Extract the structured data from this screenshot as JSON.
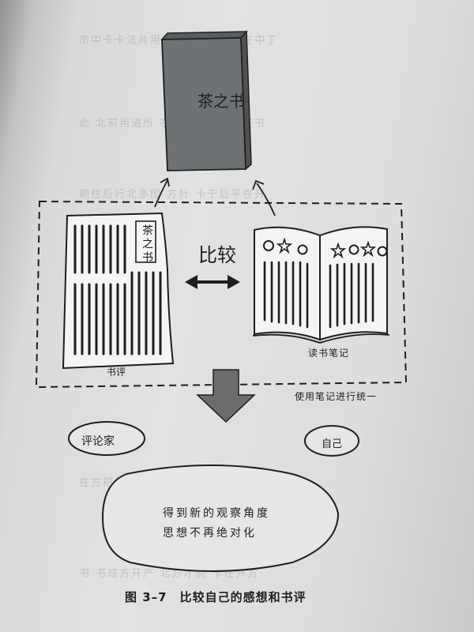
{
  "diagram": {
    "book_title": "茶之书",
    "compare_label": "比较",
    "review_card_title": "茶之书",
    "review_label": "书评",
    "notes_label": "读书笔记",
    "unify_label": "使用笔记进行统一",
    "critic_label": "评论家",
    "self_label": "自己",
    "result_line1": "得到新的观察角度",
    "result_line2": "思想不再绝对化"
  },
  "caption": "图 3–7　比较自己的感想和书评",
  "colors": {
    "book_cover": "#6f7274",
    "book_spine": "#4f5254",
    "down_arrow": "#6c6c6c",
    "ink": "#1e1e1e"
  }
}
